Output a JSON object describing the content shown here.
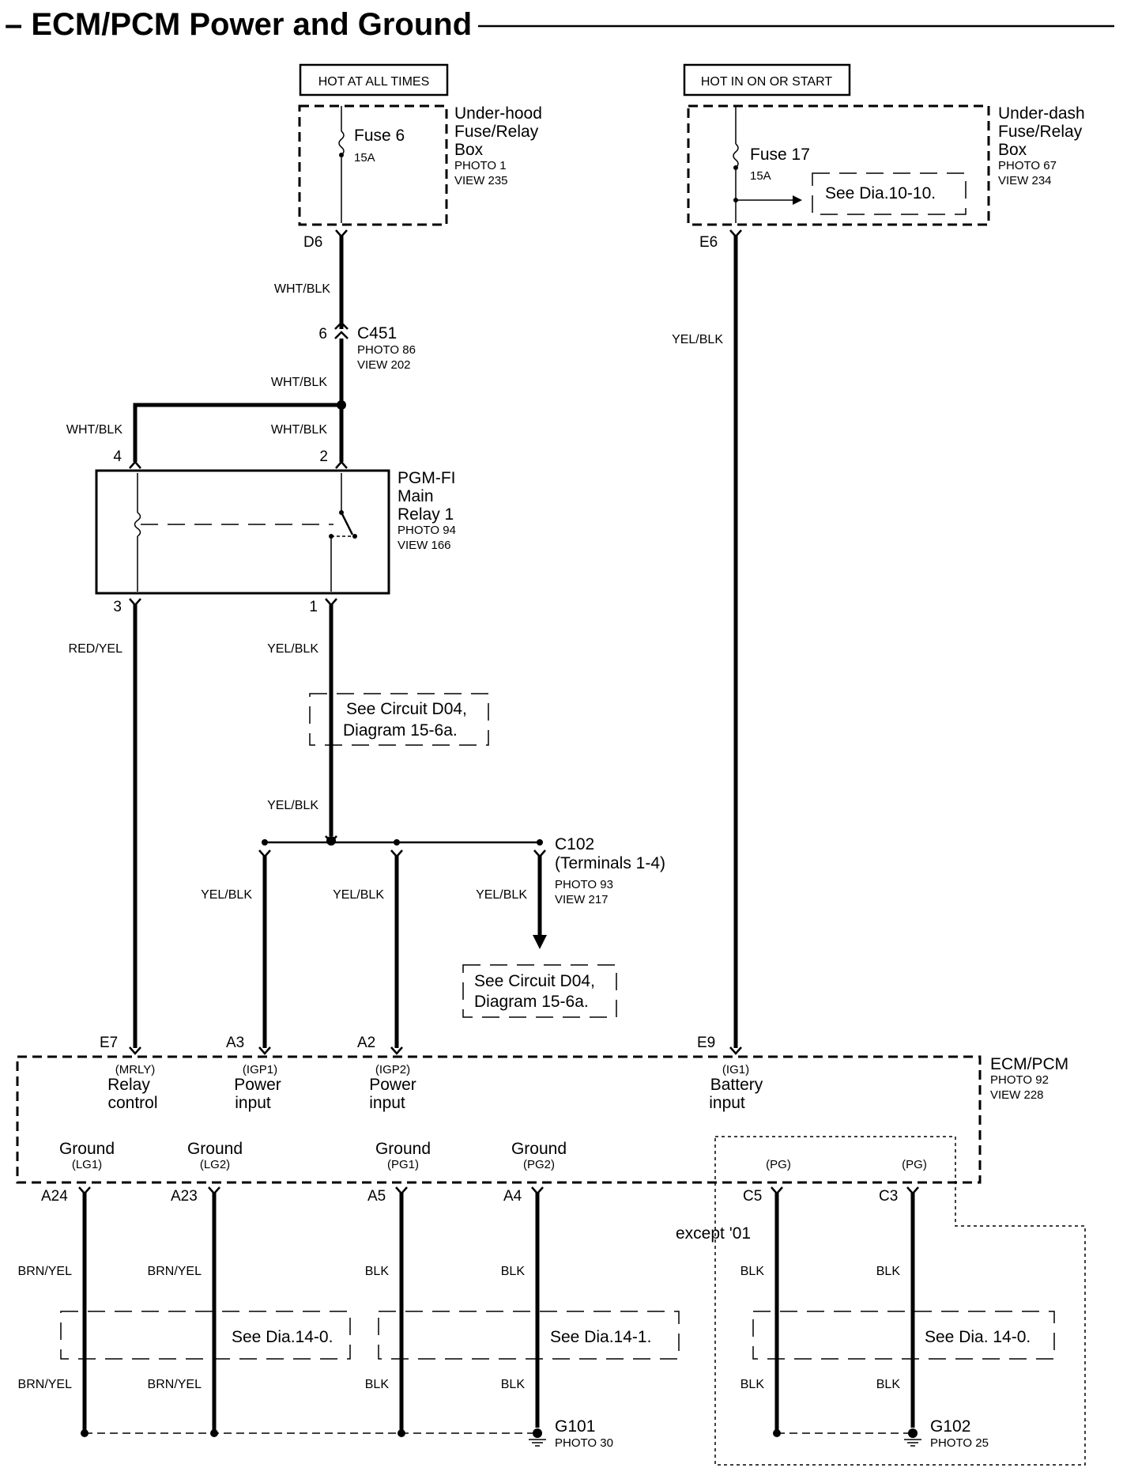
{
  "title": "– ECM/PCM Power and Ground",
  "sources": {
    "hot_at_all_times": "HOT AT ALL TIMES",
    "hot_in_on_or_start": "HOT IN ON OR START"
  },
  "underhood_box": {
    "name": [
      "Under-hood",
      "Fuse/Relay",
      "Box"
    ],
    "photo": "PHOTO 1",
    "view": "VIEW 235",
    "fuse_name": "Fuse 6",
    "fuse_rating": "15A",
    "terminal": "D6"
  },
  "underdash_box": {
    "name": [
      "Under-dash",
      "Fuse/Relay",
      "Box"
    ],
    "photo": "PHOTO 67",
    "view": "VIEW 234",
    "fuse_name": "Fuse 17",
    "fuse_rating": "15A",
    "terminal": "E6",
    "ref": "See Dia.10-10."
  },
  "connector_c451": {
    "pin": "6",
    "name": "C451",
    "photo": "PHOTO 86",
    "view": "VIEW 202"
  },
  "relay": {
    "name": [
      "PGM-FI",
      "Main",
      "Relay 1"
    ],
    "photo": "PHOTO 94",
    "view": "VIEW 166",
    "pin4": "4",
    "pin2": "2",
    "pin3": "3",
    "pin1": "1"
  },
  "wires": {
    "d6_to_c451": "WHT/BLK",
    "c451_to_splice": "WHT/BLK",
    "to_pin4": "WHT/BLK",
    "to_pin2": "WHT/BLK",
    "e6_wire": "YEL/BLK",
    "pin3_wire": "RED/YEL",
    "pin1_wire": "YEL/BLK",
    "pin1_lower": "YEL/BLK",
    "igp1_wire": "YEL/BLK",
    "igp2_wire": "YEL/BLK",
    "c102_wire": "YEL/BLK"
  },
  "circuit_ref_1": [
    "See Circuit D04,",
    "Diagram  15-6a."
  ],
  "circuit_ref_2": [
    "See Circuit D04,",
    "Diagram  15-6a."
  ],
  "connector_c102": {
    "name": "C102",
    "terminals": "(Terminals 1-4)",
    "photo": "PHOTO 93",
    "view": "VIEW 217"
  },
  "ecm": {
    "name": "ECM/PCM",
    "photo": "PHOTO 92",
    "view": "VIEW 228",
    "inputs": [
      {
        "pin": "E7",
        "code": "(MRLY)",
        "line1": "Relay",
        "line2": "control"
      },
      {
        "pin": "A3",
        "code": "(IGP1)",
        "line1": "Power",
        "line2": "input"
      },
      {
        "pin": "A2",
        "code": "(IGP2)",
        "line1": "Power",
        "line2": "input"
      },
      {
        "pin": "E9",
        "code": "(IG1)",
        "line1": "Battery",
        "line2": "input"
      }
    ],
    "grounds": [
      {
        "pin": "A24",
        "label": "Ground",
        "code": "(LG1)",
        "wire": "BRN/YEL"
      },
      {
        "pin": "A23",
        "label": "Ground",
        "code": "(LG2)",
        "wire": "BRN/YEL"
      },
      {
        "pin": "A5",
        "label": "Ground",
        "code": "(PG1)",
        "wire": "BLK"
      },
      {
        "pin": "A4",
        "label": "Ground",
        "code": "(PG2)",
        "wire": "BLK"
      },
      {
        "pin": "C5",
        "label": "",
        "code": "(PG)",
        "wire": "BLK"
      },
      {
        "pin": "C3",
        "label": "",
        "code": "(PG)",
        "wire": "BLK"
      }
    ],
    "variant_note": "except '01"
  },
  "ground_refs": [
    "See Dia.14-0.",
    "See Dia.14-1.",
    "See  Dia. 14-0."
  ],
  "ground_points": [
    {
      "name": "G101",
      "photo": "PHOTO 30"
    },
    {
      "name": "G102",
      "photo": "PHOTO 25"
    }
  ]
}
